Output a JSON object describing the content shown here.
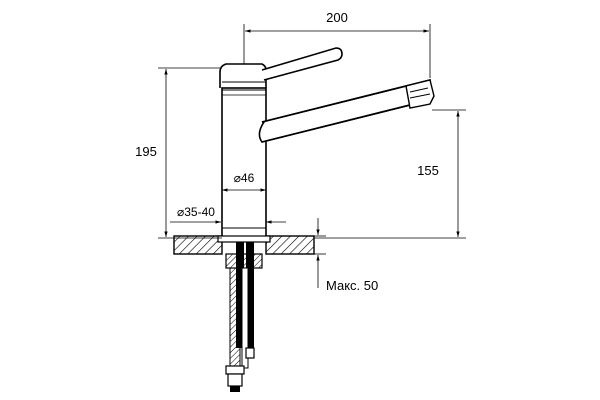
{
  "dimensions": {
    "spout_reach": "200",
    "total_height": "195",
    "spout_height": "155",
    "body_diameter": "⌀46",
    "hole_diameter": "⌀35-40",
    "max_countertop": "Макс. 50"
  }
}
